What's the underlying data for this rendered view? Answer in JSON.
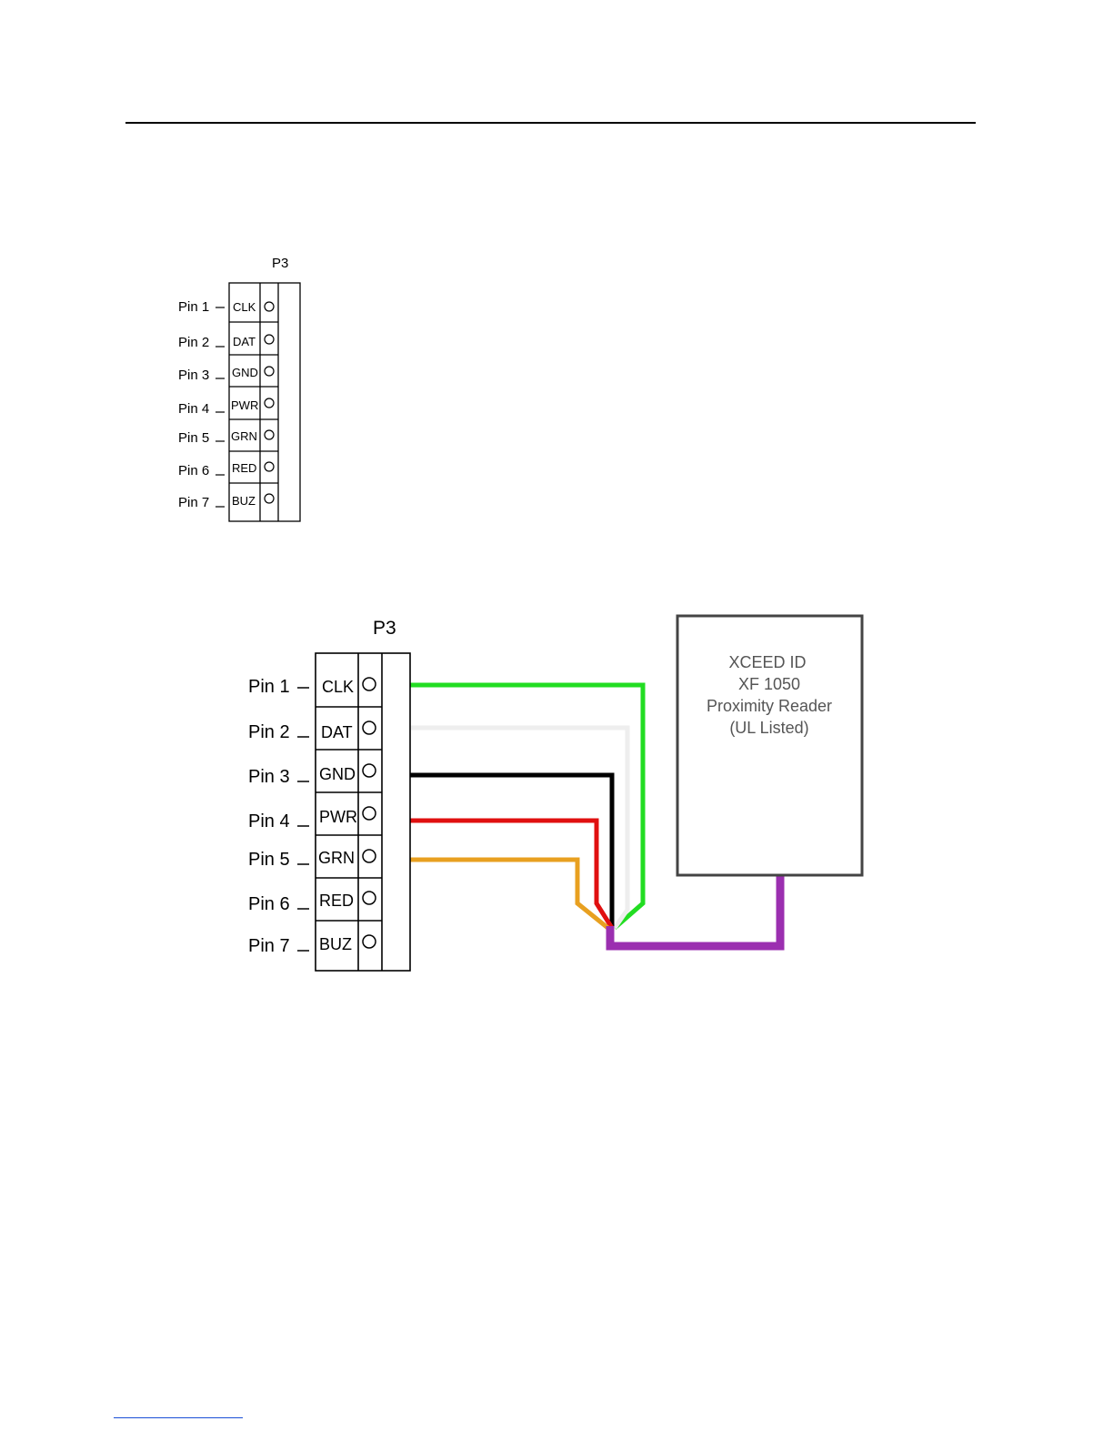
{
  "connector_small": {
    "title": "P3",
    "pins": [
      {
        "label": "Pin 1",
        "signal": "CLK"
      },
      {
        "label": "Pin 2",
        "signal": "DAT"
      },
      {
        "label": "Pin 3",
        "signal": "GND"
      },
      {
        "label": "Pin 4",
        "signal": "PWR"
      },
      {
        "label": "Pin 5",
        "signal": "GRN"
      },
      {
        "label": "Pin 6",
        "signal": "RED"
      },
      {
        "label": "Pin 7",
        "signal": "BUZ"
      }
    ]
  },
  "connector_large": {
    "title": "P3",
    "pins": [
      {
        "label": "Pin 1",
        "signal": "CLK"
      },
      {
        "label": "Pin 2",
        "signal": "DAT"
      },
      {
        "label": "Pin 3",
        "signal": "GND"
      },
      {
        "label": "Pin 4",
        "signal": "PWR"
      },
      {
        "label": "Pin 5",
        "signal": "GRN"
      },
      {
        "label": "Pin 6",
        "signal": "RED"
      },
      {
        "label": "Pin 7",
        "signal": "BUZ"
      }
    ]
  },
  "reader": {
    "lines": [
      "XCEED ID",
      "XF 1050",
      "Proximity Reader",
      "(UL Listed)"
    ]
  },
  "wires": [
    {
      "pin": 1,
      "color": "#22dd22"
    },
    {
      "pin": 2,
      "color": "#eeeeee"
    },
    {
      "pin": 3,
      "color": "#000000"
    },
    {
      "pin": 4,
      "color": "#e01010"
    },
    {
      "pin": 5,
      "color": "#e8a020"
    }
  ],
  "cable_color": "#9b2fb0"
}
